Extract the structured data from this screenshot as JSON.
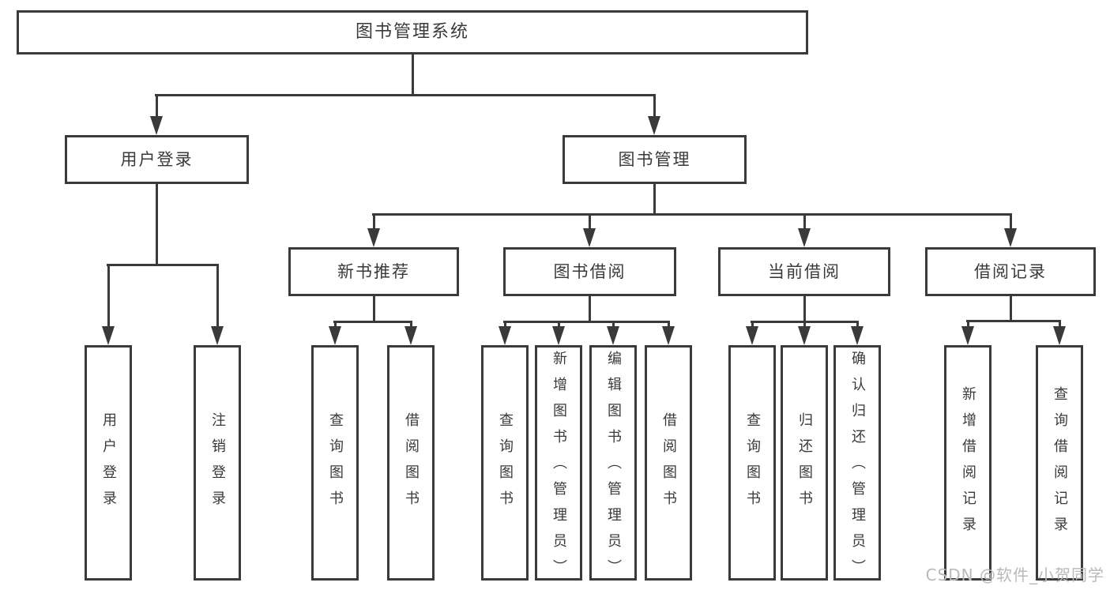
{
  "diagram": {
    "title": "图书管理系统",
    "type": "hierarchy-tree",
    "nodes": [
      {
        "id": "root",
        "label": "图书管理系统"
      },
      {
        "id": "user-login",
        "label": "用户登录"
      },
      {
        "id": "book-mgmt",
        "label": "图书管理"
      },
      {
        "id": "new-book-rec",
        "label": "新书推荐"
      },
      {
        "id": "book-borrow",
        "label": "图书借阅"
      },
      {
        "id": "current-borrow",
        "label": "当前借阅"
      },
      {
        "id": "borrow-record",
        "label": "借阅记录"
      },
      {
        "id": "leaf-user-login",
        "label": "用户登录"
      },
      {
        "id": "leaf-logout",
        "label": "注销登录"
      },
      {
        "id": "leaf-query-book-1",
        "label": "查询图书"
      },
      {
        "id": "leaf-borrow-book-1",
        "label": "借阅图书"
      },
      {
        "id": "leaf-query-book-2",
        "label": "查询图书"
      },
      {
        "id": "leaf-add-book",
        "label": "新增图书（管理员）"
      },
      {
        "id": "leaf-edit-book",
        "label": "编辑图书（管理员）"
      },
      {
        "id": "leaf-borrow-book-2",
        "label": "借阅图书"
      },
      {
        "id": "leaf-query-book-3",
        "label": "查询图书"
      },
      {
        "id": "leaf-return-book",
        "label": "归还图书"
      },
      {
        "id": "leaf-confirm-return",
        "label": "确认归还（管理员）"
      },
      {
        "id": "leaf-add-borrow-record",
        "label": "新增借阅记录"
      },
      {
        "id": "leaf-query-borrow-record",
        "label": "查询借阅记录"
      }
    ],
    "edges": [
      [
        "root",
        "user-login"
      ],
      [
        "root",
        "book-mgmt"
      ],
      [
        "user-login",
        "leaf-user-login"
      ],
      [
        "user-login",
        "leaf-logout"
      ],
      [
        "book-mgmt",
        "new-book-rec"
      ],
      [
        "book-mgmt",
        "book-borrow"
      ],
      [
        "book-mgmt",
        "current-borrow"
      ],
      [
        "book-mgmt",
        "borrow-record"
      ],
      [
        "new-book-rec",
        "leaf-query-book-1"
      ],
      [
        "new-book-rec",
        "leaf-borrow-book-1"
      ],
      [
        "book-borrow",
        "leaf-query-book-2"
      ],
      [
        "book-borrow",
        "leaf-add-book"
      ],
      [
        "book-borrow",
        "leaf-edit-book"
      ],
      [
        "book-borrow",
        "leaf-borrow-book-2"
      ],
      [
        "current-borrow",
        "leaf-query-book-3"
      ],
      [
        "current-borrow",
        "leaf-return-book"
      ],
      [
        "current-borrow",
        "leaf-confirm-return"
      ],
      [
        "borrow-record",
        "leaf-add-borrow-record"
      ],
      [
        "borrow-record",
        "leaf-query-borrow-record"
      ]
    ],
    "colors": {
      "line": "#3a3a3a",
      "text": "#3a3a3a",
      "background": "#ffffff",
      "watermark": "#b9b9b9"
    }
  },
  "watermark": {
    "text": "CSDN @软件_小贺同学"
  }
}
